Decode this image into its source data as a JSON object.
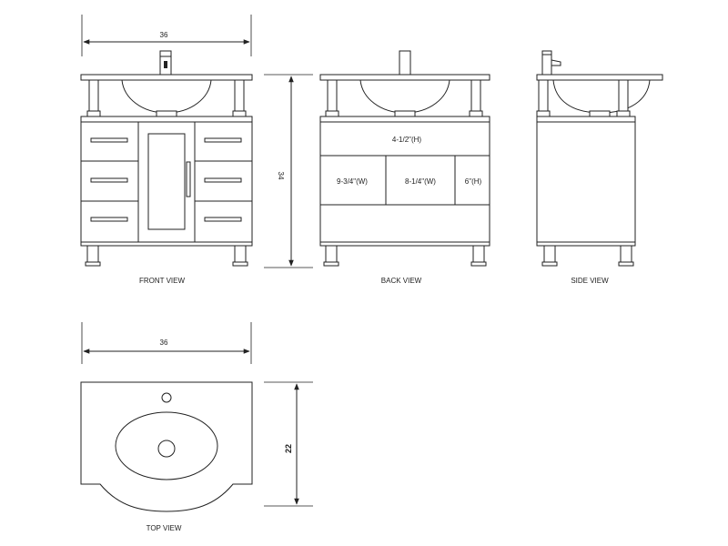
{
  "dimensions": {
    "front_width": "36",
    "height": "34",
    "top_width": "36",
    "depth": "22"
  },
  "back_labels": {
    "top_drawer": "4-1/2\"(H)",
    "left_cell": "9-3/4\"(W)",
    "mid_cell": "8-1/4\"(W)",
    "right_cell": "6\"(H)"
  },
  "views": {
    "front": "FRONT VIEW",
    "back": "BACK VIEW",
    "side": "SIDE VIEW",
    "top": "TOP VIEW"
  }
}
